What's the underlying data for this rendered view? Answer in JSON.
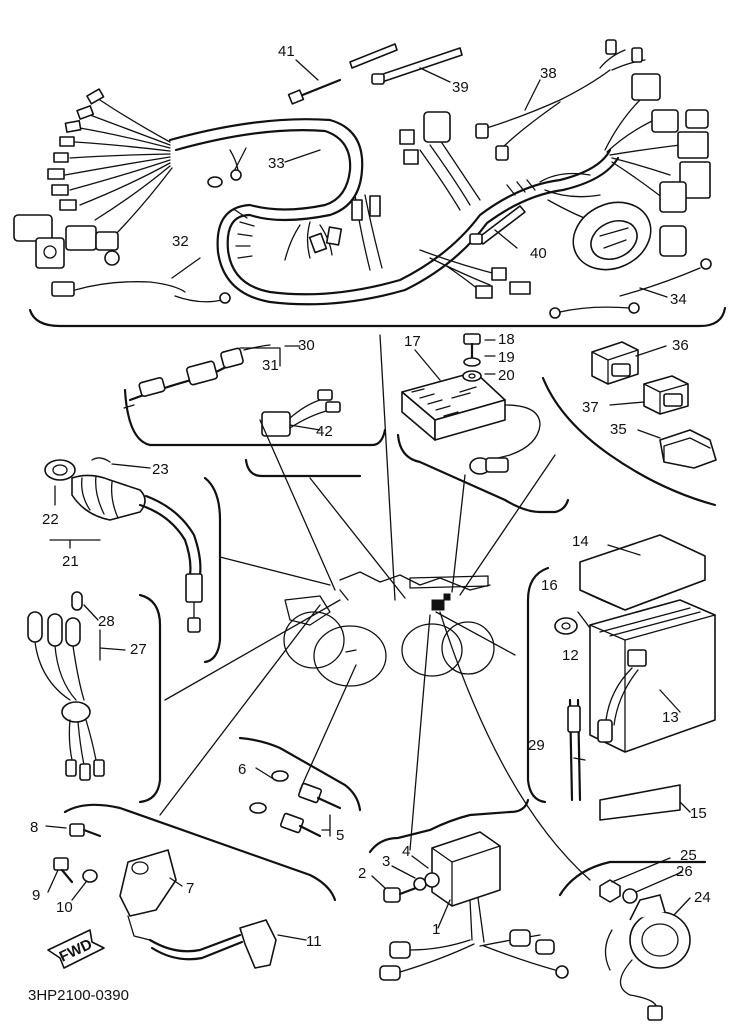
{
  "drawing_code": "3HP2100-0390",
  "fwd_label": "FWD",
  "callouts": {
    "c1": "1",
    "c2": "2",
    "c3": "3",
    "c4": "4",
    "c5": "5",
    "c6": "6",
    "c7": "7",
    "c8": "8",
    "c9": "9",
    "c10": "10",
    "c11": "11",
    "c12": "12",
    "c13": "13",
    "c14": "14",
    "c15": "15",
    "c16": "16",
    "c17": "17",
    "c18": "18",
    "c19": "19",
    "c20": "20",
    "c21": "21",
    "c22": "22",
    "c23": "23",
    "c24": "24",
    "c25": "25",
    "c26": "26",
    "c27": "27",
    "c28": "28",
    "c29": "29",
    "c30": "30",
    "c31": "31",
    "c32": "32",
    "c33": "33",
    "c34": "34",
    "c35": "35",
    "c36": "36",
    "c37": "37",
    "c38": "38",
    "c39": "39",
    "c40": "40",
    "c41": "41",
    "c42": "42"
  }
}
